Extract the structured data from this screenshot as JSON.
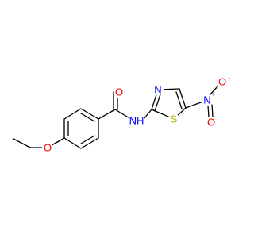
{
  "colors": {
    "background": "#ffffff",
    "bond": "#000000",
    "oxygen": "#ff0000",
    "nitrogen": "#0000ff",
    "sulfur": "#b3b300",
    "carbon_text": "#000000"
  },
  "molecule": {
    "atom_labels": {
      "ether_o": "O",
      "carbonyl_o": "O",
      "amide_nh": "NH",
      "thiazole_n": "N",
      "thiazole_s": "S",
      "nitro_n": "N",
      "nitro_n_charge": "+",
      "nitro_o_top": "O",
      "nitro_o_top_charge": "-",
      "nitro_o_bottom": "O"
    }
  }
}
